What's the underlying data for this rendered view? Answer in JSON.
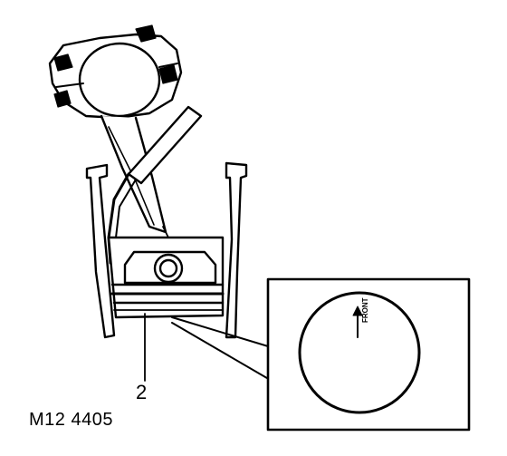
{
  "figure": {
    "callout_number": "2",
    "reference_code": "M12 4405",
    "front_marking": "FRONT"
  },
  "colors": {
    "ink": "#000000",
    "background": "#ffffff"
  },
  "icons": {
    "connecting_rod": "connecting-rod-drawing",
    "piston": "piston-drawing",
    "ring_tool": "ring-compressor-tool-drawing",
    "arrow": "front-arrow-icon"
  }
}
